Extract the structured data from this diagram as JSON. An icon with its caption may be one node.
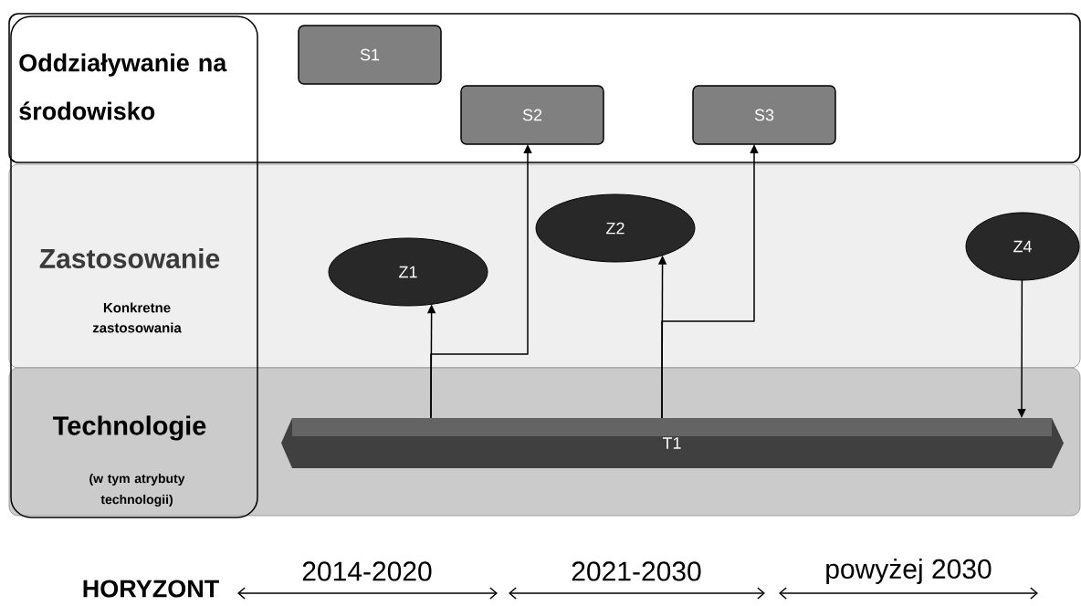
{
  "diagram": {
    "nodes": [
      {
        "text": [
          "Oddziaływanie na środowisko"
        ]
      },
      {
        "text": [
          "Zastosowanie",
          "Konkretne zastosowania"
        ]
      },
      {
        "text": [
          "Technologie",
          "(w tym atrybuty technologii)"
        ]
      },
      {
        "text": [
          "S1"
        ],
        "in": 0
      },
      {
        "text": [
          "S2"
        ],
        "in": 0
      },
      {
        "text": [
          "S3"
        ],
        "in": 0
      },
      {
        "text": [
          "Z1"
        ],
        "in": 1
      },
      {
        "text": [
          "Z2"
        ],
        "in": 1
      },
      {
        "text": [
          "Z4"
        ],
        "in": 1
      },
      {
        "text": [
          "T1"
        ],
        "in": 2
      }
    ],
    "edges": [
      {
        "from": 9,
        "to": 6,
        "arrow": "to"
      },
      {
        "from": 9,
        "to": 4,
        "arrow": "to"
      },
      {
        "from": 9,
        "to": 7,
        "arrow": "to"
      },
      {
        "from": 9,
        "to": 5,
        "arrow": "to"
      },
      {
        "from": 8,
        "to": 9,
        "arrow": "to"
      }
    ],
    "labels": [
      "2014-2020",
      "2021-2030",
      "powyżej 2030",
      "HORYZONT"
    ]
  }
}
